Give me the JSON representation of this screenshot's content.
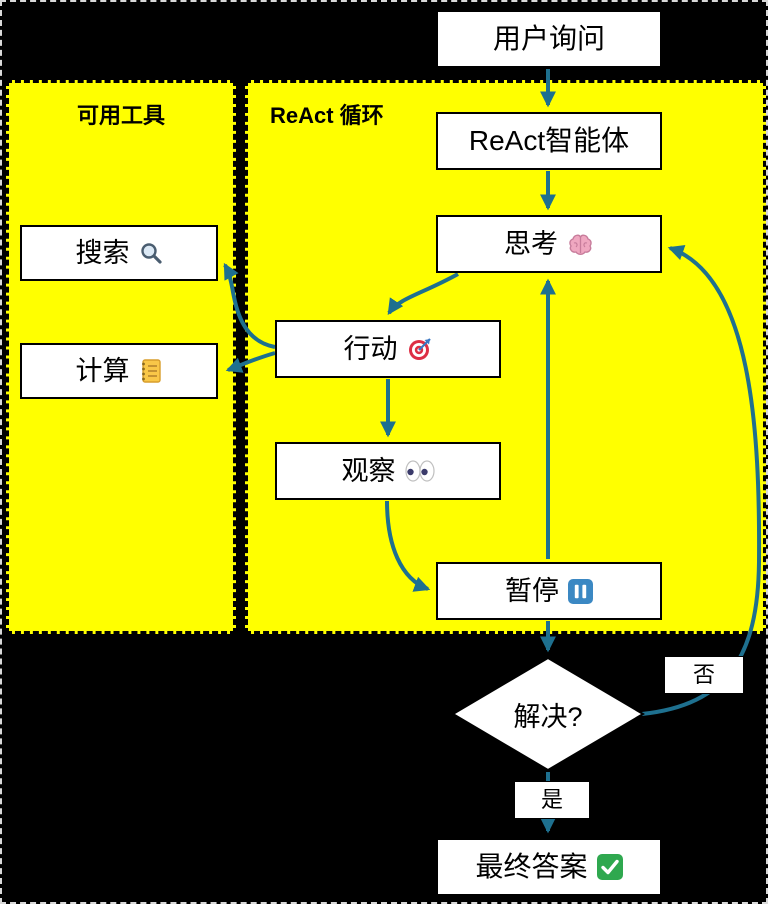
{
  "colors": {
    "background": "#000000",
    "panel_fill": "#FFFF00",
    "node_fill": "#FFFFFF",
    "node_border": "#000000",
    "arrow": "#1E708F",
    "pause_icon_blue": "#3B88C3",
    "check_icon_green": "#2FA84F"
  },
  "panels": {
    "tools": {
      "label": "可用工具"
    },
    "react_loop": {
      "label": "ReAct 循环"
    }
  },
  "nodes": {
    "user_query": {
      "label": "用户询问"
    },
    "react_agent": {
      "label": "ReAct智能体"
    },
    "think": {
      "label": "思考",
      "icon": "brain-icon"
    },
    "search": {
      "label": "搜索",
      "icon": "magnifier-icon"
    },
    "act": {
      "label": "行动",
      "icon": "target-icon"
    },
    "calculate": {
      "label": "计算",
      "icon": "notebook-icon"
    },
    "observe": {
      "label": "观察",
      "icon": "eyes-icon"
    },
    "pause": {
      "label": "暂停",
      "icon": "pause-icon"
    },
    "solved": {
      "label": "解决?"
    },
    "final_answer": {
      "label": "最终答案",
      "icon": "check-icon"
    }
  },
  "edges": [
    {
      "from": "用户询问",
      "to": "ReAct智能体"
    },
    {
      "from": "ReAct智能体",
      "to": "思考"
    },
    {
      "from": "思考",
      "to": "行动"
    },
    {
      "from": "行动",
      "to": "搜索"
    },
    {
      "from": "行动",
      "to": "计算"
    },
    {
      "from": "行动",
      "to": "观察"
    },
    {
      "from": "观察",
      "to": "暂停"
    },
    {
      "from": "暂停",
      "to": "思考"
    },
    {
      "from": "暂停",
      "to": "解决?"
    },
    {
      "from": "解决?",
      "to": "思考",
      "label": "否"
    },
    {
      "from": "解决?",
      "to": "最终答案",
      "label": "是"
    }
  ]
}
